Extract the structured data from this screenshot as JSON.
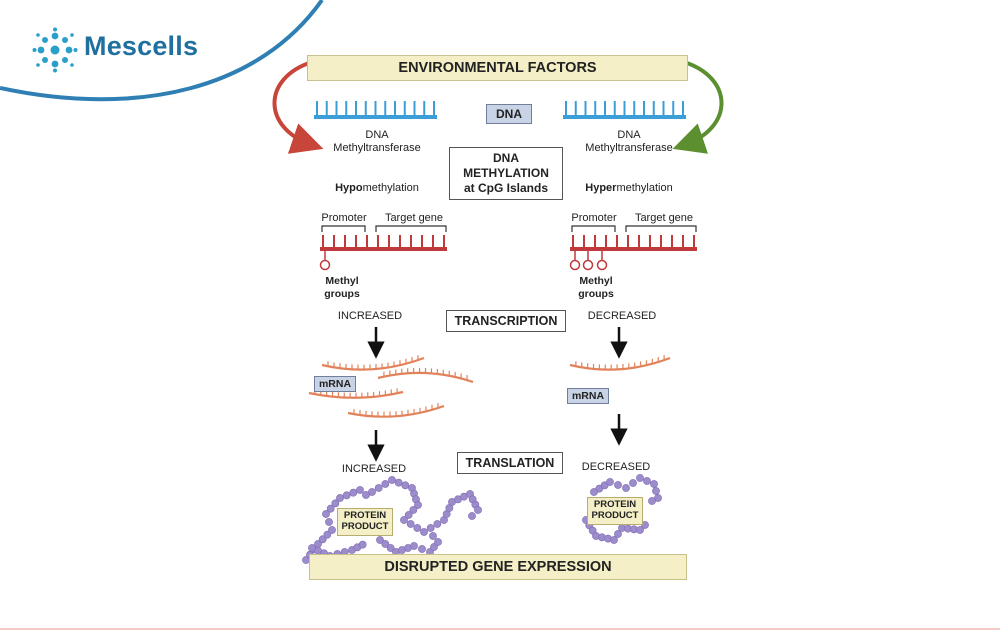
{
  "brand": {
    "name": "Mescells",
    "icon": "molecule-logo-icon",
    "color": "#1f6f9f"
  },
  "header": {
    "title": "ENVIRONMENTAL FACTORS"
  },
  "center": {
    "dna_label": "DNA",
    "methylation_line1": "DNA",
    "methylation_line2": "METHYLATION",
    "methylation_line3": "at CpG Islands",
    "transcription_label": "TRANSCRIPTION",
    "translation_label": "TRANSLATION"
  },
  "left": {
    "enzyme_line1": "DNA",
    "enzyme_line2": "Methyltransferase",
    "state_prefix": "Hypo",
    "state_suffix": "methylation",
    "promoter_label": "Promoter",
    "target_gene_label": "Target gene",
    "methyl_line1": "Methyl",
    "methyl_line2": "groups",
    "transcription_level": "INCREASED",
    "mrna_label": "mRNA",
    "translation_level": "INCREASED",
    "protein_line1": "PROTEIN",
    "protein_line2": "PRODUCT",
    "arrow_color": "#c8453a"
  },
  "right": {
    "enzyme_line1": "DNA",
    "enzyme_line2": "Methyltransferase",
    "state_prefix": "Hyper",
    "state_suffix": "methylation",
    "promoter_label": "Promoter",
    "target_gene_label": "Target gene",
    "methyl_line1": "Methyl",
    "methyl_line2": "groups",
    "transcription_level": "DECREASED",
    "mrna_label": "mRNA",
    "translation_level": "DECREASED",
    "protein_line1": "PROTEIN",
    "protein_line2": "PRODUCT",
    "arrow_color": "#5b8f2f"
  },
  "footer": {
    "title": "DISRUPTED GENE EXPRESSION"
  },
  "colors": {
    "dna": "#3b9ed6",
    "gene": "#c0393b",
    "mrna": "#e2825b",
    "protein": "#9d8ccc",
    "banner": "#f4efc6"
  }
}
